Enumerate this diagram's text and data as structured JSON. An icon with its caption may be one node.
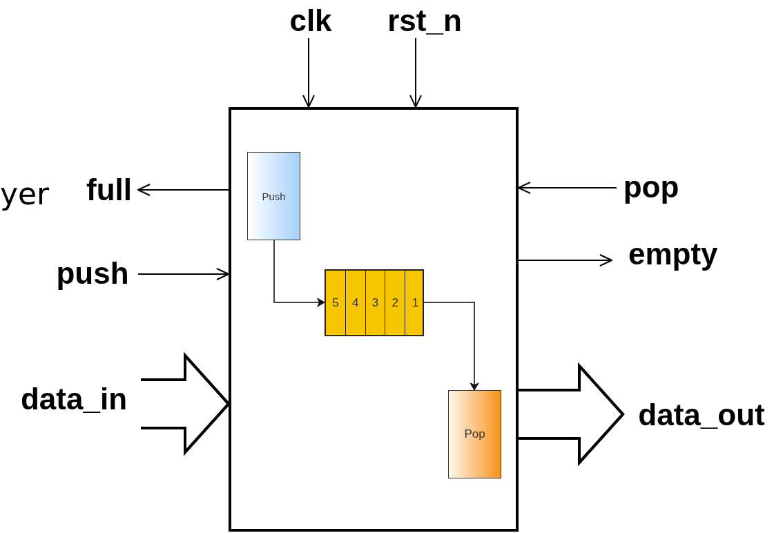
{
  "diagram": {
    "nodes": [
      {
        "text": [],
        "shape": "box"
      },
      {
        "text": [
          "Push"
        ],
        "in": 0
      },
      {
        "text": [],
        "shape": "box",
        "in": 0
      },
      {
        "text": [
          "5"
        ],
        "in": 2
      },
      {
        "text": [
          "4"
        ],
        "in": 2
      },
      {
        "text": [
          "3"
        ],
        "in": 2
      },
      {
        "text": [
          "2"
        ],
        "in": 2
      },
      {
        "text": [
          "1"
        ],
        "in": 2
      },
      {
        "text": [
          "Pop"
        ],
        "in": 0
      },
      {
        "text": [
          "clk"
        ]
      },
      {
        "text": [
          "rst_n"
        ]
      },
      {
        "text": [
          "full"
        ]
      },
      {
        "text": [
          "push"
        ]
      },
      {
        "text": [
          "data_in"
        ]
      },
      {
        "text": [
          "pop"
        ]
      },
      {
        "text": [
          "empty"
        ]
      },
      {
        "text": [
          "data_out"
        ]
      }
    ],
    "edges": [
      {
        "from": 9,
        "to": 0,
        "arrow": "to"
      },
      {
        "from": 10,
        "to": 0,
        "arrow": "to"
      },
      {
        "from": 0,
        "to": 11,
        "arrow": "to"
      },
      {
        "from": 12,
        "to": 0,
        "arrow": "to"
      },
      {
        "from": 13,
        "to": 0,
        "arrow": "to",
        "style": "thick"
      },
      {
        "from": 14,
        "to": 0,
        "arrow": "to"
      },
      {
        "from": 0,
        "to": 15,
        "arrow": "to"
      },
      {
        "from": 0,
        "to": 16,
        "arrow": "to",
        "style": "thick"
      },
      {
        "from": 1,
        "to": 2,
        "arrow": "to"
      },
      {
        "from": 2,
        "to": 8,
        "arrow": "to"
      }
    ],
    "labels": [
      "yer"
    ]
  }
}
